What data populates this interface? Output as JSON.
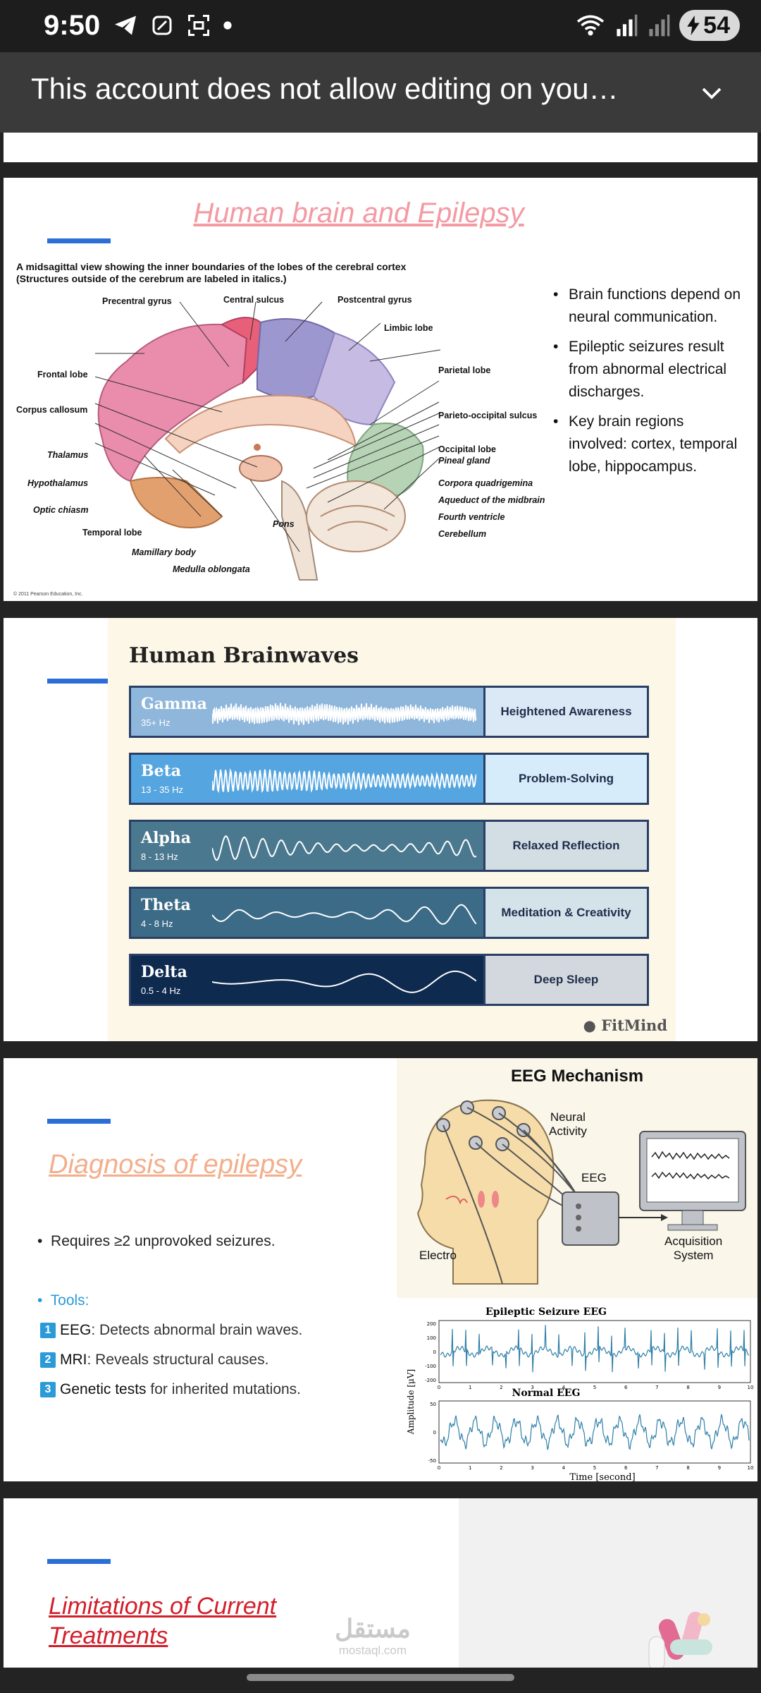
{
  "status_bar": {
    "time": "9:50",
    "battery": "54"
  },
  "top_bar": {
    "message": "This account does not allow editing on you…"
  },
  "slide1": {
    "title": "Human brain and Epilepsy",
    "caption_line1": "A midsagittal view showing the inner boundaries of the lobes of the cerebral cortex",
    "caption_line2": "(Structures outside of the cerebrum are labeled in italics.)",
    "labels": {
      "precentral": "Precentral gyrus",
      "central": "Central sulcus",
      "postcentral": "Postcentral gyrus",
      "limbic": "Limbic lobe",
      "frontal": "Frontal lobe",
      "parietal": "Parietal lobe",
      "corpus": "Corpus callosum",
      "parieto": "Parieto-occipital sulcus",
      "thalamus": "Thalamus",
      "occipital": "Occipital lobe",
      "pineal": "Pineal gland",
      "hypothalamus": "Hypothalamus",
      "corpora": "Corpora quadrigemina",
      "aqueduct": "Aqueduct of the midbrain",
      "optic": "Optic chiasm",
      "fourth": "Fourth ventricle",
      "temporal": "Temporal lobe",
      "pons": "Pons",
      "cerebellum": "Cerebellum",
      "mamillary": "Mamillary body",
      "medulla": "Medulla oblongata"
    },
    "copyright": "© 2011 Pearson Education, Inc.",
    "bullets": [
      "Brain functions depend on neural communication.",
      "Epileptic seizures result from abnormal electrical discharges.",
      "Key brain regions involved: cortex, temporal lobe, hippocampus."
    ]
  },
  "slide2": {
    "title": "Human Brainwaves",
    "waves": [
      {
        "name": "Gamma",
        "hz": "35+ Hz",
        "desc": "Heightened Awareness",
        "color": "#8fb6db",
        "right_color": "#dbe9f6"
      },
      {
        "name": "Beta",
        "hz": "13 - 35 Hz",
        "desc": "Problem-Solving",
        "color": "#55a5e0",
        "right_color": "#d7ecfa"
      },
      {
        "name": "Alpha",
        "hz": "8 - 13 Hz",
        "desc": "Relaxed Reflection",
        "color": "#4a788f",
        "right_color": "#d3dee4"
      },
      {
        "name": "Theta",
        "hz": "4 - 8 Hz",
        "desc": "Meditation & Creativity",
        "color": "#3b6b87",
        "right_color": "#d4e2ea"
      },
      {
        "name": "Delta",
        "hz": "0.5 - 4 Hz",
        "desc": "Deep Sleep",
        "color": "#0e2a4f",
        "right_color": "#d3d8de"
      }
    ],
    "brand": "FitMind"
  },
  "slide3": {
    "title": "Diagnosis of epilepsy",
    "requirement": "Requires ≥2 unprovoked seizures.",
    "tools_label": "Tools:",
    "tools": [
      {
        "num": "1",
        "name": "EEG",
        "text": ": Detects abnormal brain waves."
      },
      {
        "num": "2",
        "name": "MRI",
        "text": ": Reveals structural causes."
      },
      {
        "num": "3",
        "name": "Genetic tests",
        "text": " for inherited mutations."
      }
    ],
    "eeg_mechanism": {
      "title": "EEG Mechanism",
      "neural": "Neural\nActivity",
      "eeg": "EEG",
      "electro": "Electro",
      "acquisition": "Acquisition\nSystem"
    },
    "plot": {
      "epileptic_title": "Epileptic Seizure EEG",
      "normal_title": "Normal EEG",
      "ylabel": "Amplitude [μV]",
      "xlabel": "Time [second]",
      "epileptic_yticks": [
        "200",
        "100",
        "0",
        "-100",
        "-200"
      ],
      "normal_yticks": [
        "50",
        "0",
        "-50"
      ],
      "xticks": [
        "0",
        "1",
        "2",
        "3",
        "4",
        "5",
        "6",
        "7",
        "8",
        "9",
        "10"
      ]
    }
  },
  "slide4": {
    "title_line1": "Limitations of Current",
    "title_line2": "Treatments"
  },
  "watermark": {
    "arabic": "مستقل",
    "latin": "mostaql.com"
  }
}
